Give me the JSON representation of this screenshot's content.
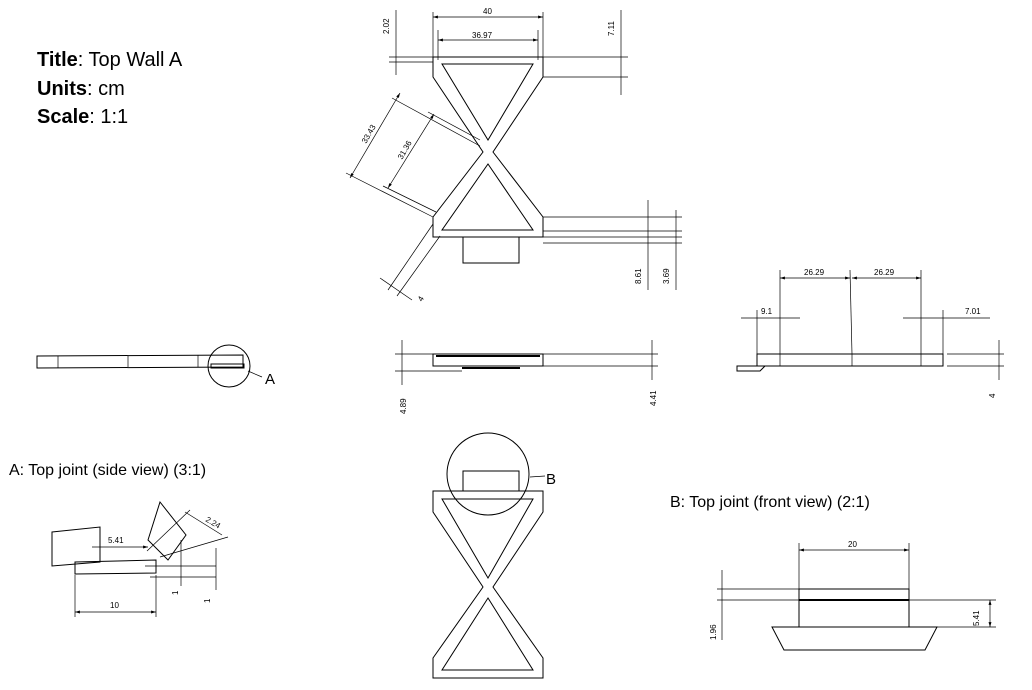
{
  "title_block": {
    "title_key": "Title",
    "title_value": ": Top Wall A",
    "units_key": "Units",
    "units_value": ": cm",
    "scale_key": "Scale",
    "scale_value": ": 1:1"
  },
  "captions": {
    "detail_a": "A: Top joint (side view) (3:1)",
    "detail_b": "B: Top joint (front view) (2:1)"
  },
  "callouts": {
    "a": "A",
    "b": "B"
  },
  "dimensions": {
    "top_view": {
      "width_outer": "40",
      "width_inner": "36.97",
      "top_left": "2.02",
      "top_right": "7.11",
      "diag_outer": "33.43",
      "diag_inner": "31.36",
      "bottom_small": "4",
      "right_a": "8.61",
      "right_b": "3.69"
    },
    "front_view": {
      "left": "4.89",
      "right": "4.41"
    },
    "right_view": {
      "span_left": "26.29",
      "span_right": "26.29",
      "left_end": "9.1",
      "right_end": "7.01",
      "height": "4"
    },
    "detail_a": {
      "gap": "5.41",
      "angled": "2.24",
      "length": "10",
      "h1": "1",
      "h2": "1"
    },
    "detail_b": {
      "width": "20",
      "height_left": "1.96",
      "height_right": "5.41"
    }
  }
}
